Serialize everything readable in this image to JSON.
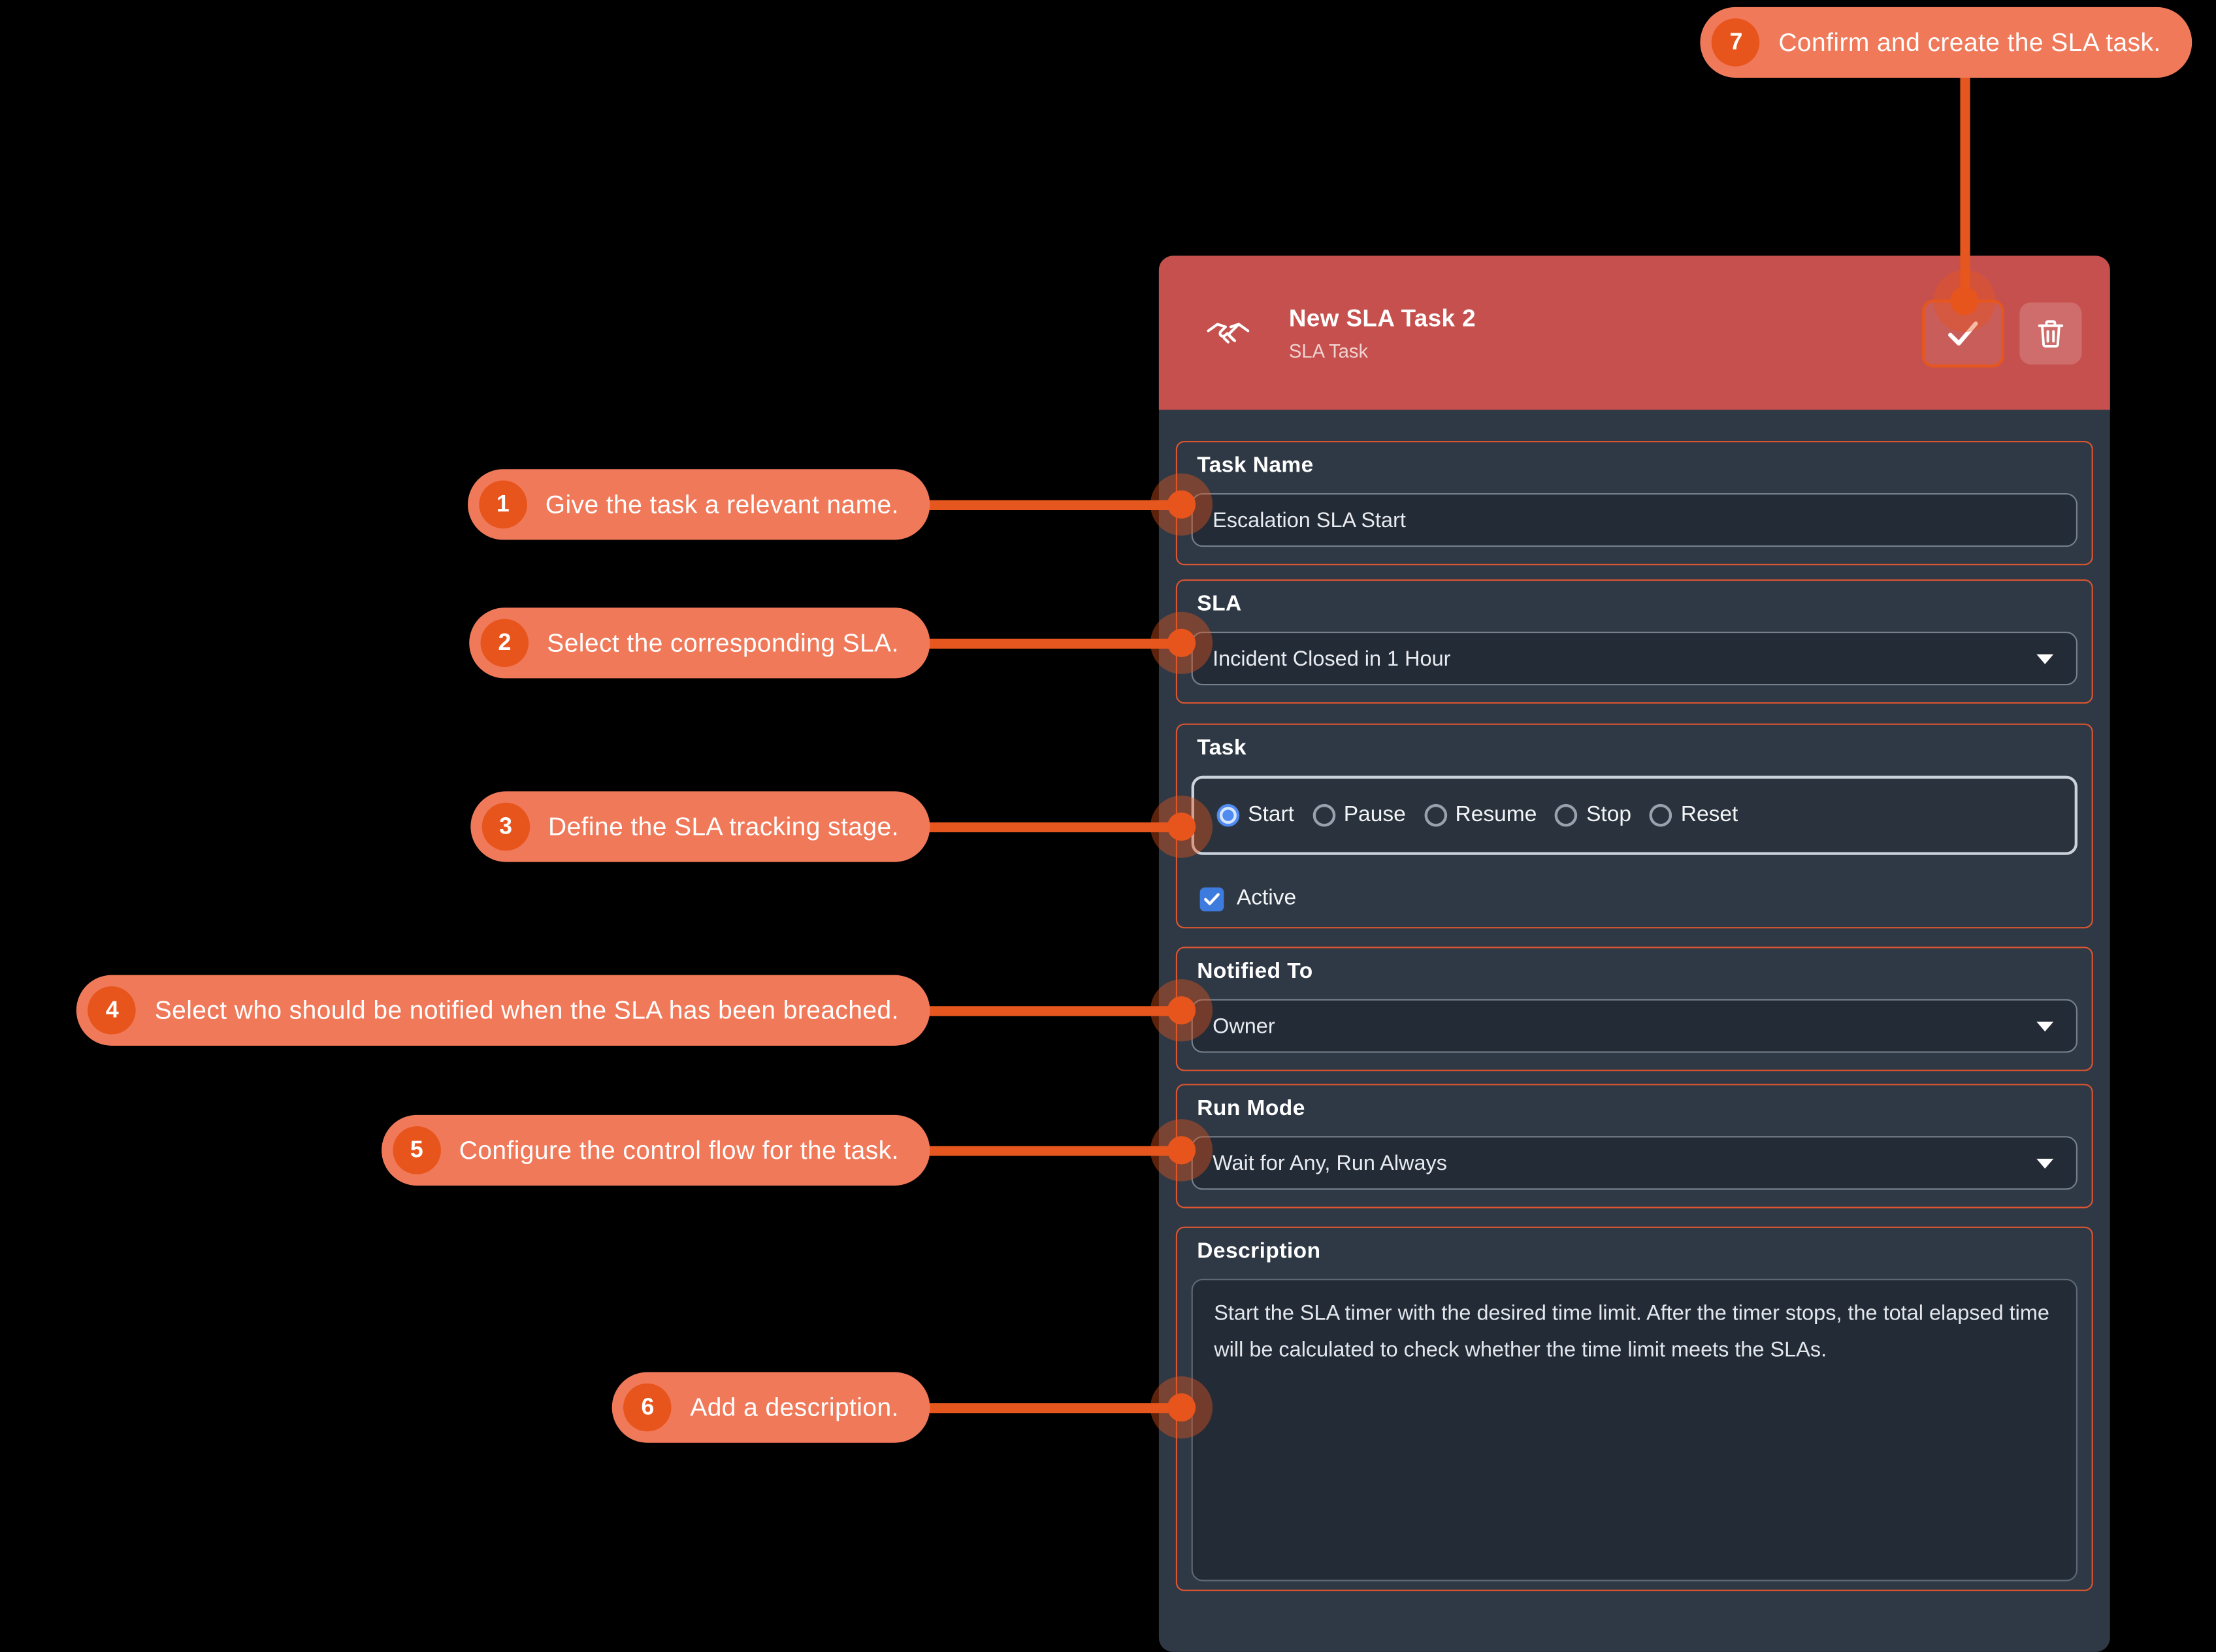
{
  "panel": {
    "header": {
      "title": "New SLA Task 2",
      "subtitle": "SLA Task",
      "icon": "handshake-icon",
      "confirm_icon": "check-icon",
      "delete_icon": "trash-icon"
    },
    "fields": {
      "task_name": {
        "label": "Task Name",
        "value": "Escalation SLA Start"
      },
      "sla": {
        "label": "SLA",
        "value": "Incident Closed in 1 Hour"
      },
      "task": {
        "label": "Task",
        "options": [
          {
            "label": "Start",
            "selected": true
          },
          {
            "label": "Pause",
            "selected": false
          },
          {
            "label": "Resume",
            "selected": false
          },
          {
            "label": "Stop",
            "selected": false
          },
          {
            "label": "Reset",
            "selected": false
          }
        ],
        "selected_option": "Start",
        "active_checkbox": {
          "label": "Active",
          "checked": true
        }
      },
      "notified_to": {
        "label": "Notified To",
        "value": "Owner"
      },
      "run_mode": {
        "label": "Run Mode",
        "value": "Wait for Any, Run Always"
      },
      "description": {
        "label": "Description",
        "value": "Start the SLA timer with the desired time limit. After the timer stops, the total elapsed time will be calculated to check whether the time limit meets the SLAs."
      }
    }
  },
  "annotations": [
    {
      "number": "1",
      "text": "Give the task a relevant name."
    },
    {
      "number": "2",
      "text": "Select the corresponding SLA."
    },
    {
      "number": "3",
      "text": "Define the SLA tracking stage."
    },
    {
      "number": "4",
      "text": "Select who should be notified when the SLA has been breached."
    },
    {
      "number": "5",
      "text": "Configure the control flow for the task."
    },
    {
      "number": "6",
      "text": "Add a description."
    },
    {
      "number": "7",
      "text": "Confirm and create the SLA task."
    }
  ],
  "colors": {
    "accent": "#E5571E",
    "pill": "#F0795A",
    "pillnum": "#E8551C",
    "header": "#C5504D",
    "panel_bg": "#2F3945",
    "field_border": "#DC5530",
    "input_bg": "#232B37",
    "input_border": "#76808C",
    "checkbox_blue": "#3E7BDE",
    "radio_blue": "#4F8BF0"
  }
}
